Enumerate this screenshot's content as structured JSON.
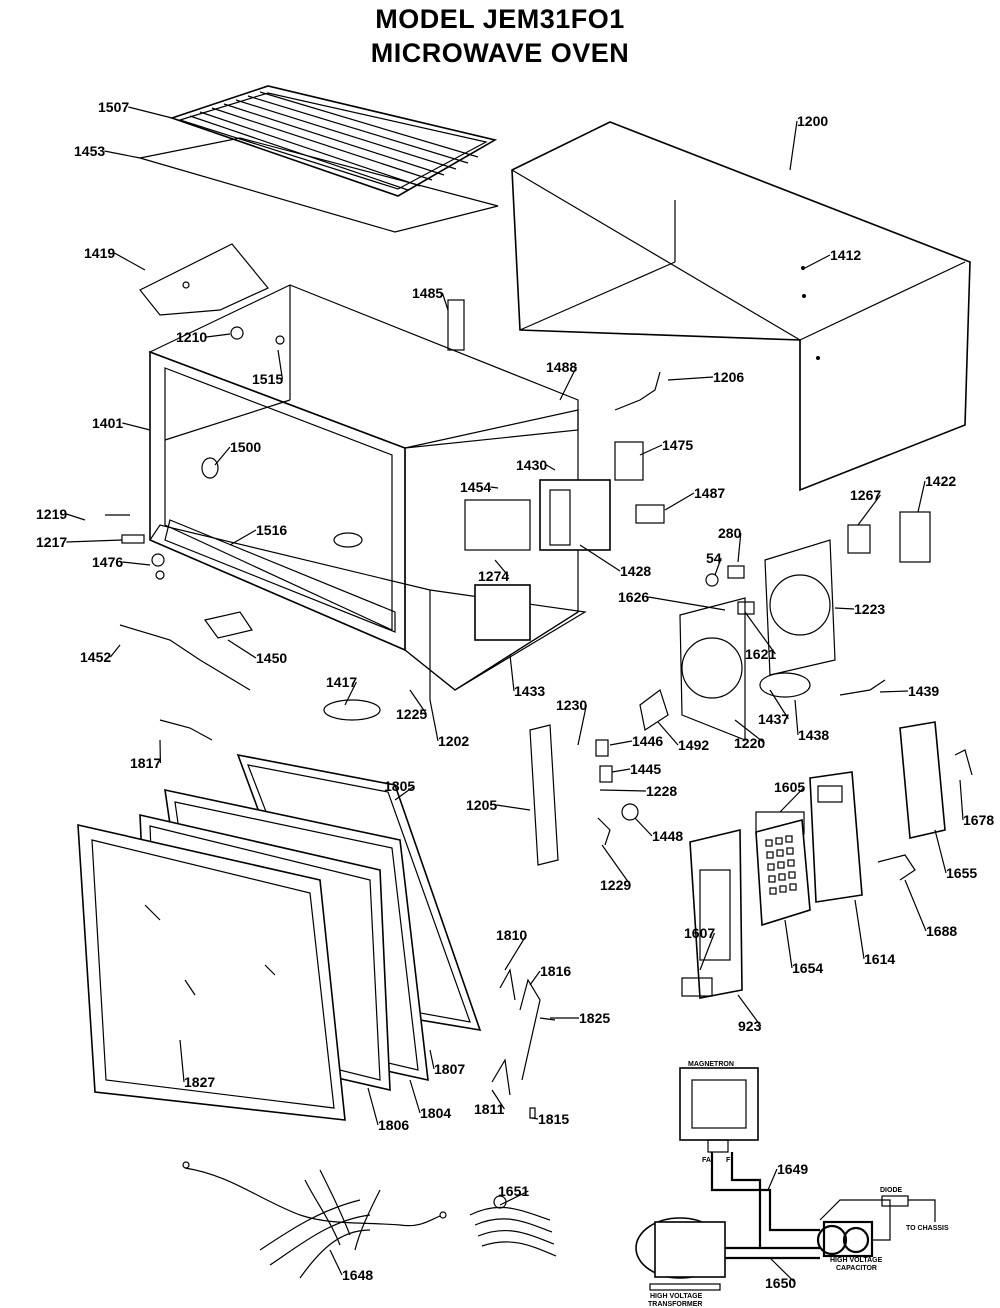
{
  "header": {
    "title_line1": "MODEL JEM31FO1",
    "title_line2": "MICROWAVE OVEN"
  },
  "parts": [
    "1507",
    "1453",
    "1200",
    "1419",
    "1485",
    "1412",
    "1210",
    "1515",
    "1488",
    "1206",
    "1401",
    "1500",
    "1475",
    "1430",
    "1454",
    "1487",
    "1267",
    "1422",
    "1219",
    "1516",
    "1217",
    "1476",
    "1274",
    "1428",
    "280",
    "54",
    "1223",
    "1626",
    "1621",
    "1452",
    "1450",
    "1417",
    "1225",
    "1202",
    "1433",
    "1230",
    "1492",
    "1220",
    "1437",
    "1438",
    "1439",
    "1446",
    "1445",
    "1228",
    "1205",
    "1448",
    "1229",
    "1817",
    "1805",
    "1605",
    "1678",
    "1655",
    "1688",
    "1614",
    "1654",
    "1607",
    "923",
    "1810",
    "1816",
    "1825",
    "1827",
    "1806",
    "1804",
    "1807",
    "1811",
    "1815",
    "1651",
    "1649",
    "1648",
    "1650"
  ],
  "schematic": {
    "magnetron": "MAGNETRON",
    "fa_label": "FA",
    "f_label": "F",
    "diode": "DIODE",
    "to_chassis": "TO CHASSIS",
    "hv_capacitor_1": "HIGH VOLTAGE",
    "hv_capacitor_2": "CAPACITOR",
    "hv_transformer_1": "HIGH VOLTAGE",
    "hv_transformer_2": "TRANSFORMER"
  }
}
